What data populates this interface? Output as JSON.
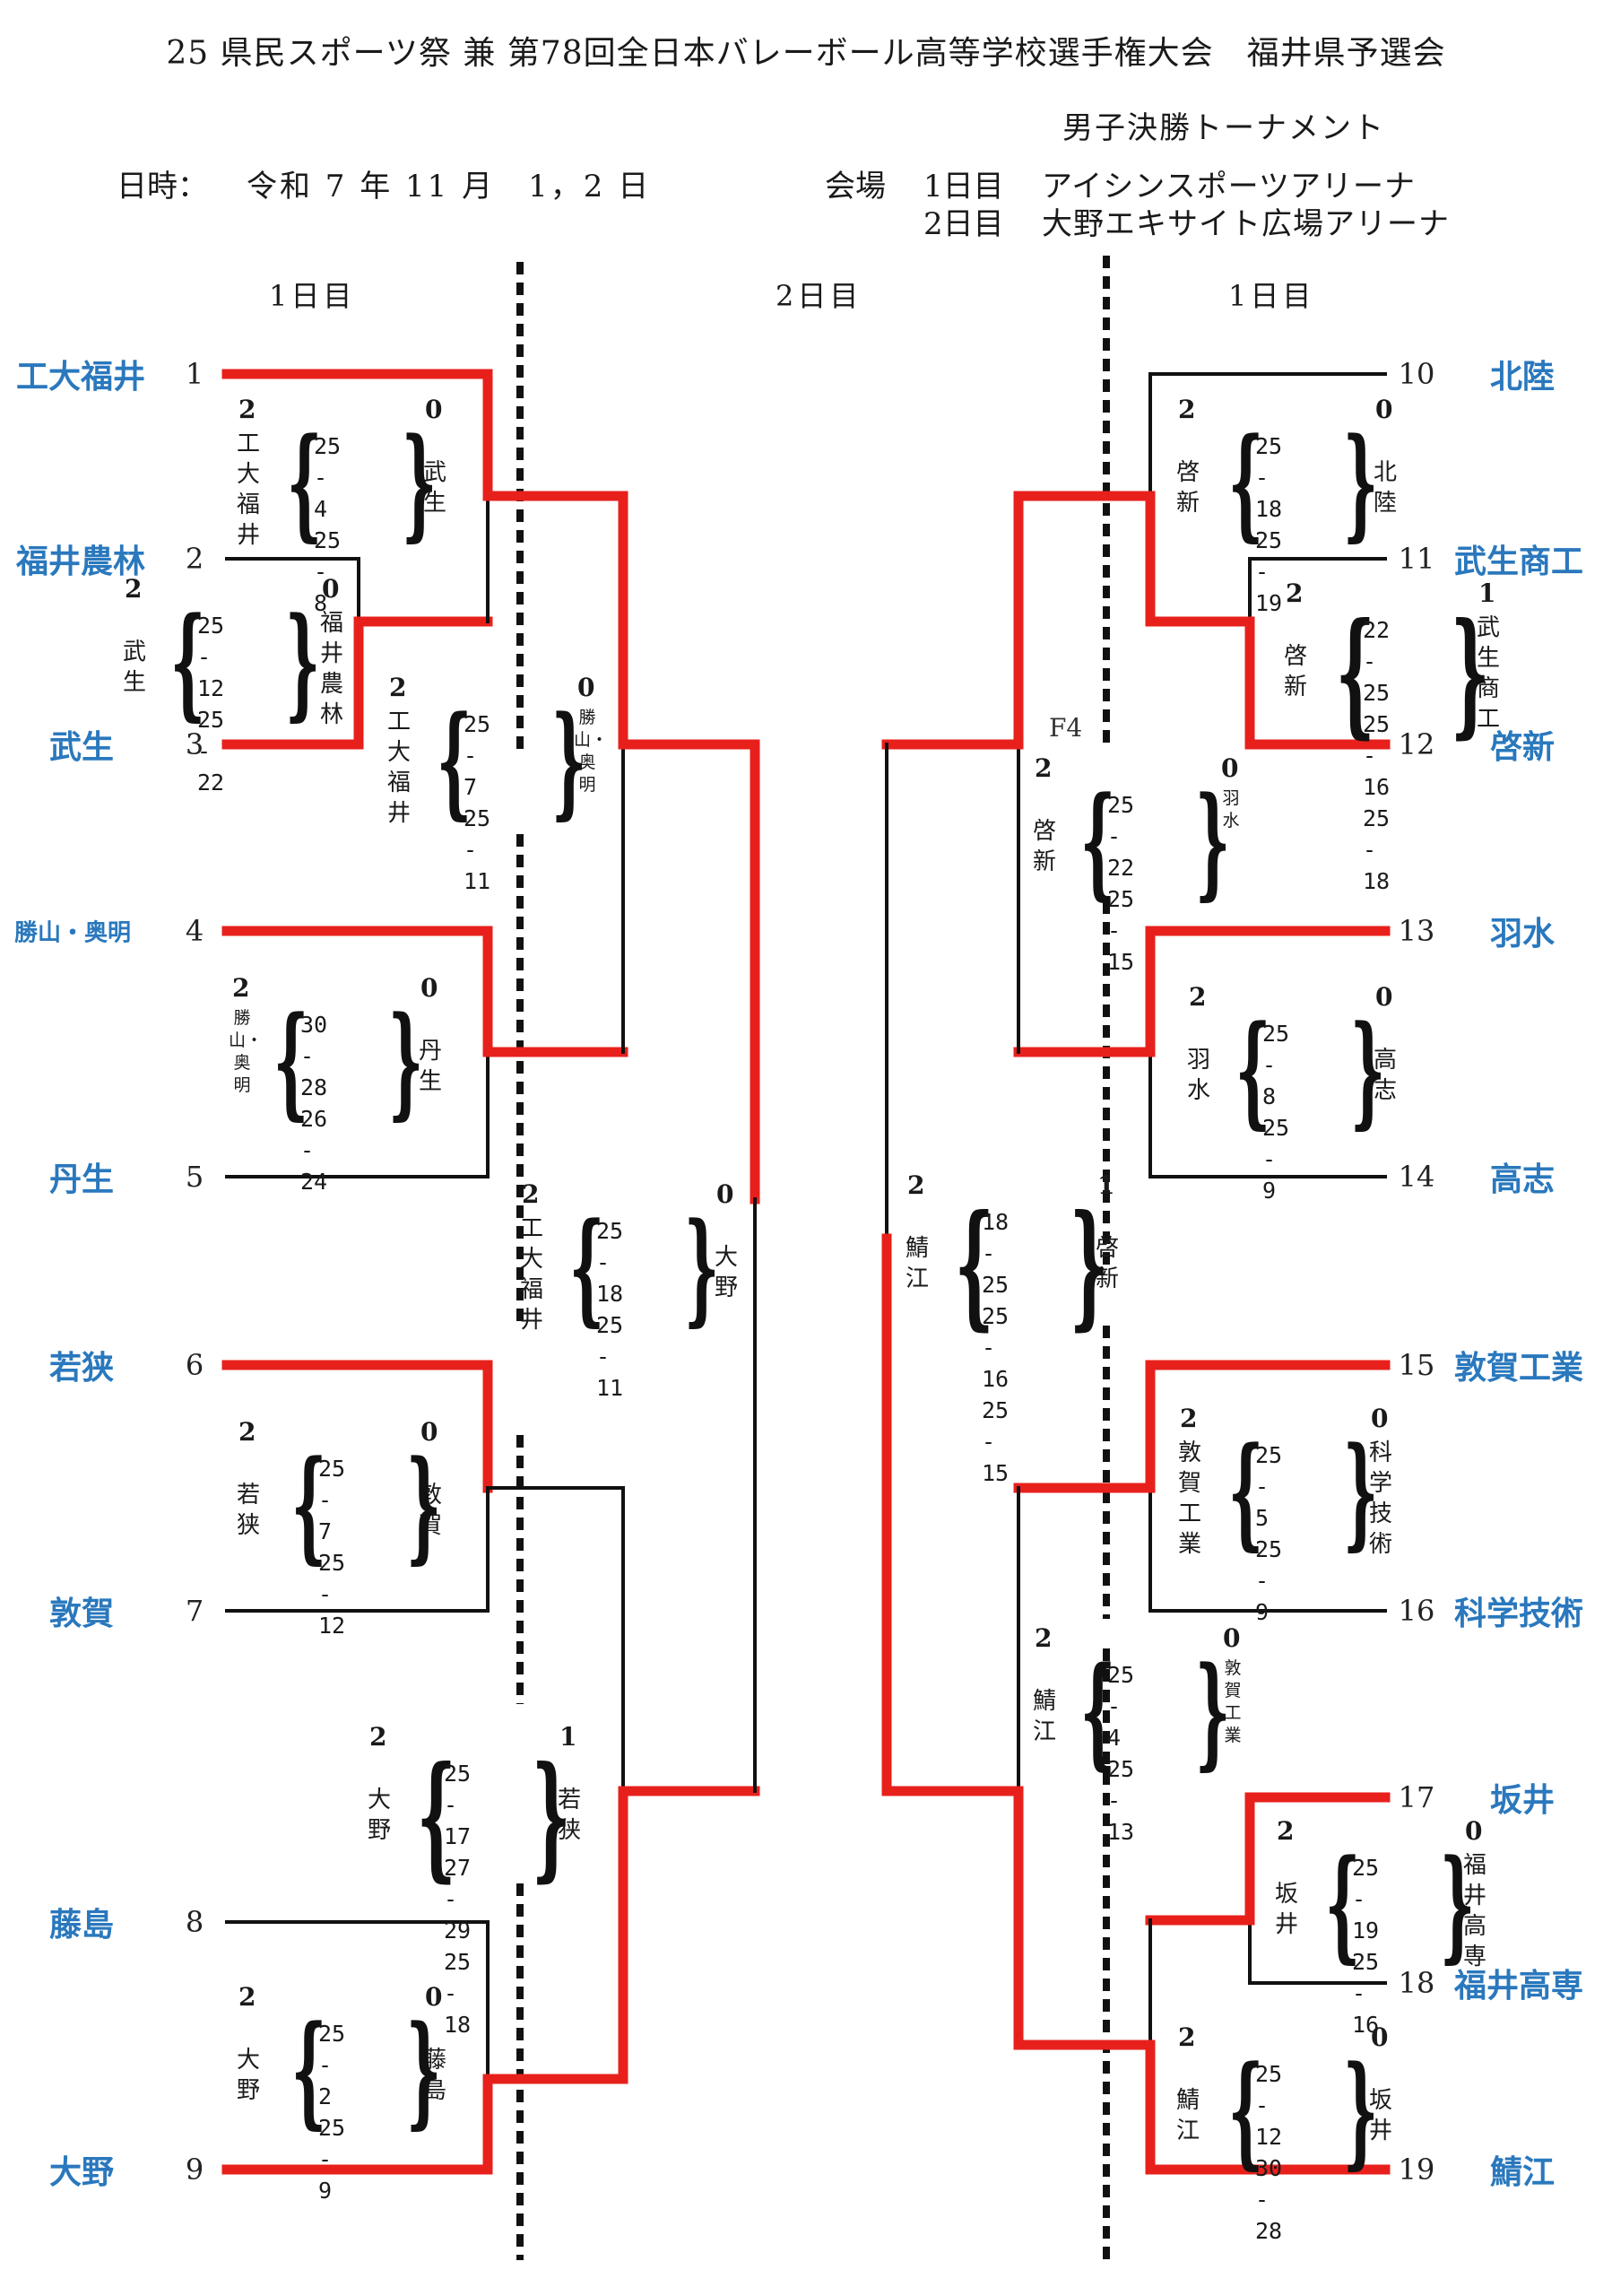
{
  "header": {
    "title": "25 県民スポーツ祭 兼 第78回全日本バレーボール高等学校選手権大会　福井県予選会",
    "subtitle": "男子決勝トーナメント",
    "date_label": "日時：",
    "date_value": "令和 7 年 11 月　1，2 日",
    "venue_label": "会場",
    "venues": [
      {
        "day": "1日目",
        "name": "アイシンスポーツアリーナ"
      },
      {
        "day": "2日目",
        "name": "大野エキサイト広場アリーナ"
      }
    ]
  },
  "day_headers": {
    "left": "1日目",
    "center": "2日目",
    "right": "1日目"
  },
  "colors": {
    "winner_line": "#e8201c",
    "loser_line": "#111111",
    "team_name": "#2a78bd"
  },
  "teams": [
    {
      "seed": "1",
      "name": "工大福井"
    },
    {
      "seed": "2",
      "name": "福井農林"
    },
    {
      "seed": "3",
      "name": "武生"
    },
    {
      "seed": "4",
      "name": "勝山・奥明"
    },
    {
      "seed": "5",
      "name": "丹生"
    },
    {
      "seed": "6",
      "name": "若狭"
    },
    {
      "seed": "7",
      "name": "敦賀"
    },
    {
      "seed": "8",
      "name": "藤島"
    },
    {
      "seed": "9",
      "name": "大野"
    },
    {
      "seed": "10",
      "name": "北陸"
    },
    {
      "seed": "11",
      "name": "武生商工"
    },
    {
      "seed": "12",
      "name": "啓新"
    },
    {
      "seed": "13",
      "name": "羽水"
    },
    {
      "seed": "14",
      "name": "高志"
    },
    {
      "seed": "15",
      "name": "敦賀工業"
    },
    {
      "seed": "16",
      "name": "科学技術"
    },
    {
      "seed": "17",
      "name": "坂井"
    },
    {
      "seed": "18",
      "name": "福井高専"
    },
    {
      "seed": "19",
      "name": "鯖江"
    }
  ],
  "matches": [
    {
      "id": "m2v3",
      "winner": "武生",
      "loser": "福井農林",
      "winner_sets": "2",
      "loser_sets": "0",
      "sets": [
        "25 - 12",
        "25 - 22"
      ]
    },
    {
      "id": "m1",
      "winner": "工大福井",
      "loser": "武生",
      "winner_sets": "2",
      "loser_sets": "0",
      "sets": [
        "25 -  4",
        "25 -  8"
      ]
    },
    {
      "id": "m4v5",
      "winner": "勝山・奥明",
      "loser": "丹生",
      "winner_sets": "2",
      "loser_sets": "0",
      "sets": [
        "30 - 28",
        "26 - 24"
      ]
    },
    {
      "id": "mL_qf1",
      "winner": "工大福井",
      "loser": "勝山・奥明",
      "winner_sets": "2",
      "loser_sets": "0",
      "sets": [
        "25 -  7",
        "25 - 11"
      ]
    },
    {
      "id": "m6v7",
      "winner": "若狭",
      "loser": "敦賀",
      "winner_sets": "2",
      "loser_sets": "0",
      "sets": [
        "25 -  7",
        "25 - 12"
      ]
    },
    {
      "id": "m8v9",
      "winner": "大野",
      "loser": "藤島",
      "winner_sets": "2",
      "loser_sets": "0",
      "sets": [
        "25 -  2",
        "25 -  9"
      ]
    },
    {
      "id": "mL_qf2",
      "winner": "大野",
      "loser": "若狭",
      "winner_sets": "2",
      "loser_sets": "1",
      "sets": [
        "25 - 17",
        "27 - 29",
        "25 - 18"
      ]
    },
    {
      "id": "mL_sf",
      "winner": "工大福井",
      "loser": "大野",
      "winner_sets": "2",
      "loser_sets": "0",
      "sets": [
        "25 - 18",
        "25 - 11"
      ]
    },
    {
      "id": "m10",
      "winner": "啓新",
      "loser": "北陸",
      "winner_sets": "2",
      "loser_sets": "0",
      "sets": [
        "25 - 18",
        "25 - 19"
      ]
    },
    {
      "id": "m11v12",
      "winner": "啓新",
      "loser": "武生商工",
      "winner_sets": "2",
      "loser_sets": "1",
      "sets": [
        "22 - 25",
        "25 - 16",
        "25 - 18"
      ]
    },
    {
      "id": "mR_qf1",
      "winner": "啓新",
      "loser": "羽水",
      "winner_sets": "2",
      "loser_sets": "0",
      "sets": [
        "25 - 22",
        "25 - 15"
      ],
      "label": "F4"
    },
    {
      "id": "m13v14",
      "winner": "羽水",
      "loser": "高志",
      "winner_sets": "2",
      "loser_sets": "0",
      "sets": [
        "25 -  8",
        "25 -  9"
      ]
    },
    {
      "id": "mR_sf",
      "winner": "鯖江",
      "loser": "啓新",
      "winner_sets": "2",
      "loser_sets": "1",
      "sets": [
        "18 - 25",
        "25 - 16",
        "25 - 15"
      ]
    },
    {
      "id": "m15v16",
      "winner": "敦賀工業",
      "loser": "科学技術",
      "winner_sets": "2",
      "loser_sets": "0",
      "sets": [
        "25 -  5",
        "25 -  9"
      ]
    },
    {
      "id": "mR_qf2",
      "winner": "鯖江",
      "loser": "敦賀工業",
      "winner_sets": "2",
      "loser_sets": "0",
      "sets": [
        "25 -  4",
        "25 - 13"
      ]
    },
    {
      "id": "m17v18",
      "winner": "坂井",
      "loser": "福井高専",
      "winner_sets": "2",
      "loser_sets": "0",
      "sets": [
        "25 - 19",
        "25 - 16"
      ]
    },
    {
      "id": "m19",
      "winner": "鯖江",
      "loser": "坂井",
      "winner_sets": "2",
      "loser_sets": "0",
      "sets": [
        "25 - 12",
        "30 - 28"
      ]
    }
  ]
}
